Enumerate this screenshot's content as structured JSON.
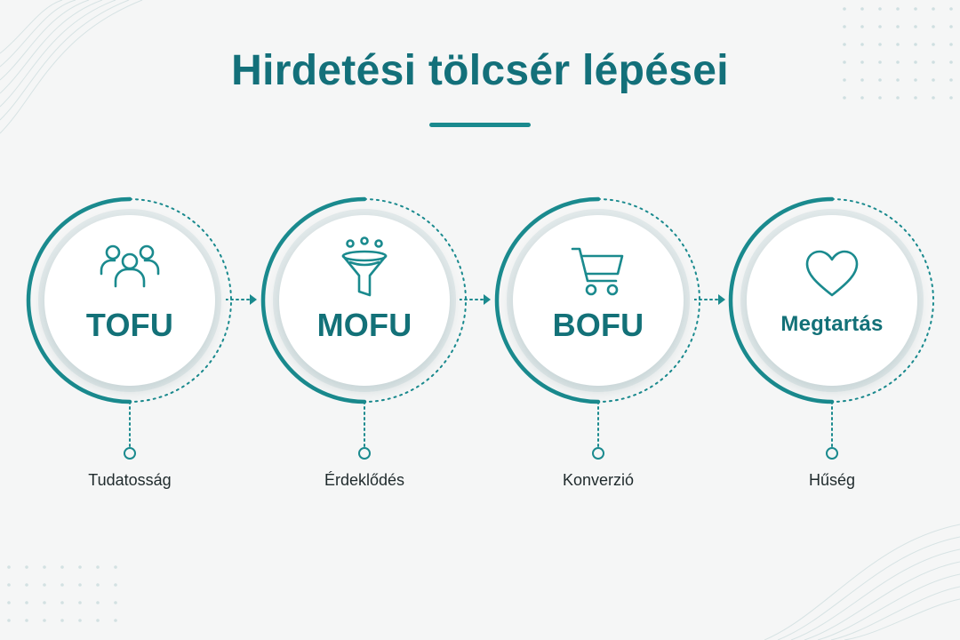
{
  "title": "Hirdetési tölcsér lépései",
  "colors": {
    "accent": "#1a8a8e",
    "title": "#13707a",
    "background": "#f5f6f6"
  },
  "stages": [
    {
      "label": "TOFU",
      "icon": "users-group-icon",
      "caption": "Tudatosság"
    },
    {
      "label": "MOFU",
      "icon": "funnel-icon",
      "caption": "Érdeklődés"
    },
    {
      "label": "BOFU",
      "icon": "shopping-cart-icon",
      "caption": "Konverzió"
    },
    {
      "label": "Megtartás",
      "icon": "heart-icon",
      "caption": "Hűség"
    }
  ]
}
